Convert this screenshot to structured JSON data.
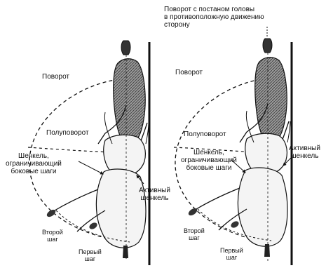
{
  "labels": {
    "left_turn": "Поворот",
    "left_half_turn": "Полуповорот",
    "left_leg_limiting": [
      "Шенкель,",
      "ограничивающий",
      "боковые шаги"
    ],
    "left_active_leg": [
      "Активный",
      "шенкель"
    ],
    "left_second_step": [
      "Второй",
      "шаг"
    ],
    "left_first_step": [
      "Первый",
      "шаг"
    ],
    "right_header": [
      "Поворот с постаном головы",
      "в противоположную движению",
      "сторону"
    ],
    "right_turn": "Поворот",
    "right_half_turn": "Полуповорот",
    "right_leg_limiting": [
      "Шенкель,",
      "ограничивающий",
      "боковые шаги"
    ],
    "right_active_leg": [
      "Активный",
      "шенкель"
    ],
    "right_second_step": [
      "Второй",
      "шаг"
    ],
    "right_first_step": [
      "Первый",
      "шаг"
    ]
  },
  "colors": {
    "ink": "#111111",
    "neck_fill": "#8a8a8a",
    "body_fill": "#f4f4f4"
  }
}
